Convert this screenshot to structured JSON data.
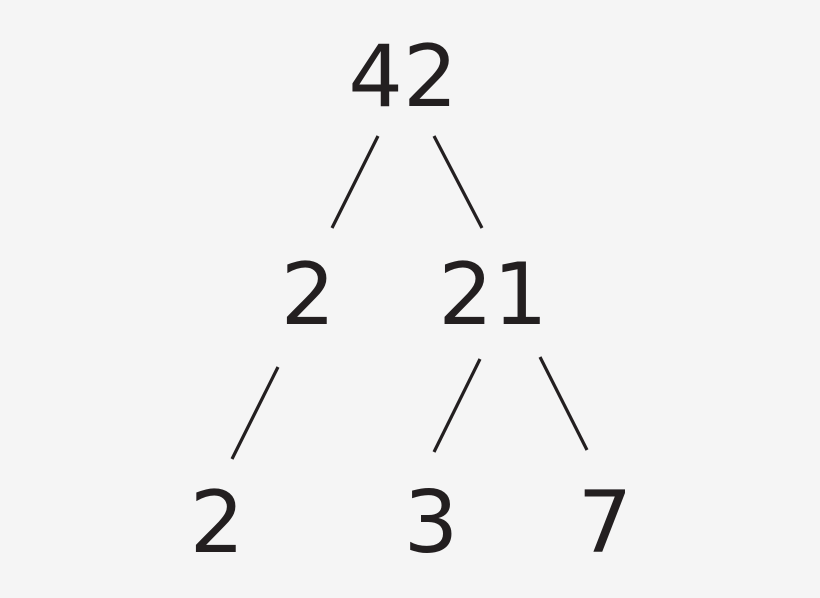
{
  "diagram": {
    "type": "factor-tree",
    "colors": {
      "background": "#f5f5f5",
      "ink": "#231f20"
    },
    "nodes": [
      {
        "id": "n42",
        "label": "42",
        "level": 0
      },
      {
        "id": "n2a",
        "label": "2",
        "level": 1
      },
      {
        "id": "n21",
        "label": "21",
        "level": 1
      },
      {
        "id": "n2b",
        "label": "2",
        "level": 2
      },
      {
        "id": "n3",
        "label": "3",
        "level": 2
      },
      {
        "id": "n7",
        "label": "7",
        "level": 2
      }
    ],
    "edges": [
      {
        "from": "n42",
        "to": "n2a"
      },
      {
        "from": "n42",
        "to": "n21"
      },
      {
        "from": "n2a",
        "to": "n2b"
      },
      {
        "from": "n21",
        "to": "n3"
      },
      {
        "from": "n21",
        "to": "n7"
      }
    ]
  }
}
